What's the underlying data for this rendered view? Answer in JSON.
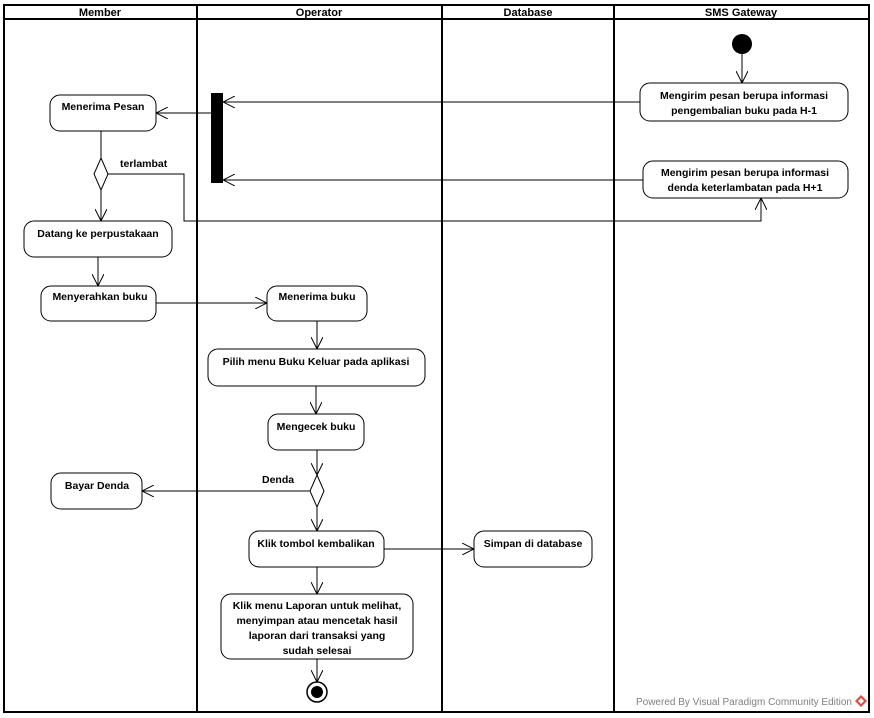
{
  "diagram": {
    "type": "UML activity diagram",
    "lanes": [
      "Member",
      "Operator",
      "Database",
      "SMS Gateway"
    ],
    "activities": {
      "menerima_pesan": "Menerima Pesan",
      "datang": "Datang ke perpustakaan",
      "menyerahkan": "Menyerahkan buku",
      "bayar_denda": "Bayar Denda",
      "menerima_buku": "Menerima buku",
      "pilih_menu": "Pilih menu Buku Keluar pada aplikasi",
      "mengecek": "Mengecek buku",
      "klik_tombol": "Klik tombol kembalikan",
      "klik_menu_lines": [
        "Klik menu Laporan untuk melihat,",
        "menyimpan atau mencetak hasil",
        "laporan dari transaksi yang",
        "sudah selesai"
      ],
      "simpan": "Simpan di database",
      "sms1_lines": [
        "Mengirim pesan berupa informasi",
        "pengembalian buku pada H-1"
      ],
      "sms2_lines": [
        "Mengirim pesan berupa informasi",
        "denda keterlambatan pada H+1"
      ]
    },
    "guards": {
      "terlambat": "terlambat",
      "denda": "Denda"
    },
    "watermark": "Powered By  Visual Paradigm Community Edition"
  }
}
